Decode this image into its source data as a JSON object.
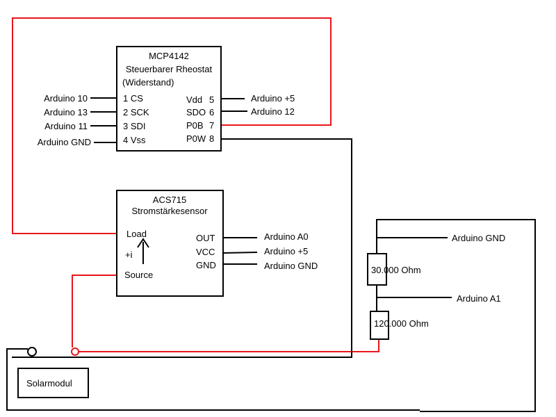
{
  "colors": {
    "red": "#e8151b",
    "black": "#000000"
  },
  "mcp": {
    "title": "MCP4142",
    "subtitle1": "Steuerbarer Rheostat",
    "subtitle2": "(Widerstand)",
    "left_pins": [
      {
        "pin": "1 CS",
        "conn": "Arduino 10"
      },
      {
        "pin": "2 SCK",
        "conn": "Arduino 13"
      },
      {
        "pin": "3 SDI",
        "conn": "Arduino 11"
      },
      {
        "pin": "4 Vss",
        "conn": "Arduino GND"
      }
    ],
    "right_pins": [
      {
        "name": "Vdd",
        "num": "5",
        "conn": "Arduino +5"
      },
      {
        "name": "SDO",
        "num": "6",
        "conn": "Arduino 12"
      },
      {
        "name": "P0B",
        "num": "7",
        "conn": ""
      },
      {
        "name": "P0W",
        "num": "8",
        "conn": ""
      }
    ]
  },
  "acs": {
    "title": "ACS715",
    "subtitle": "Stromstärkesensor",
    "load": "Load",
    "current": "+i",
    "source": "Source",
    "right_pins": [
      {
        "name": "OUT",
        "conn": "Arduino A0"
      },
      {
        "name": "VCC",
        "conn": "Arduino +5"
      },
      {
        "name": "GND",
        "conn": "Arduino GND"
      }
    ]
  },
  "divider": {
    "top_conn": "Arduino GND",
    "r1": "30.000 Ohm",
    "mid_conn": "Arduino A1",
    "r2": "120.000 Ohm"
  },
  "solar": {
    "label": "Solarmodul"
  }
}
